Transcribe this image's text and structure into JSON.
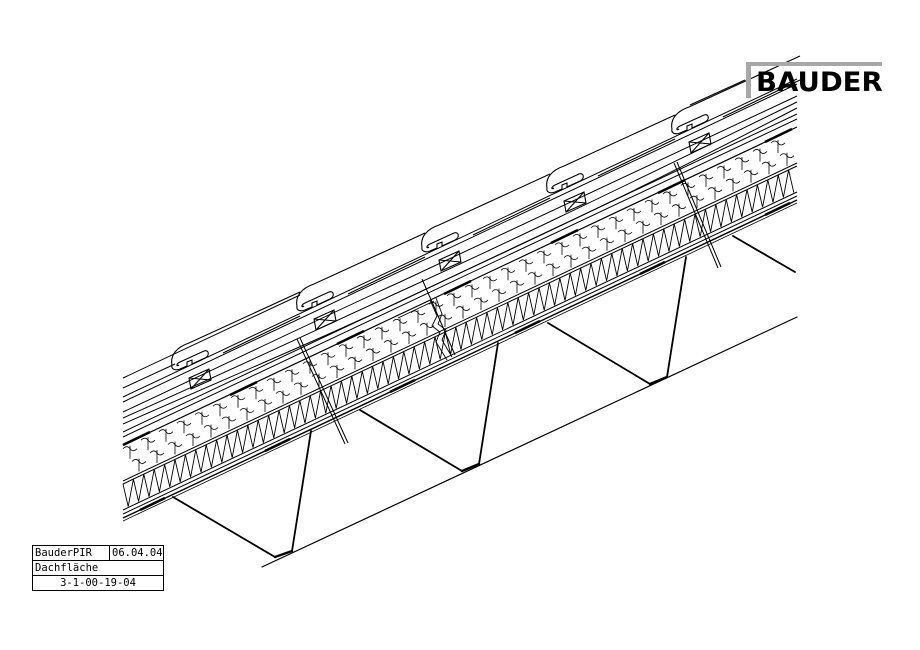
{
  "logo": {
    "text": "BAUDER",
    "accent_color": "#a8a8a8",
    "text_color": "#000000"
  },
  "title_block": {
    "product": "BauderPIR",
    "date": "06.04.04",
    "description": "Dachfläche",
    "drawing_number": "3-1-00-19-04"
  },
  "drawing": {
    "type": "isometric roof section detail",
    "layers": [
      "roof-tiles",
      "tile-battens",
      "counter-battens",
      "underlay-membrane",
      "pir-insulation-board",
      "insulation-zigzag-layer",
      "vapour-control-layer",
      "trapezoidal-steel-deck"
    ],
    "tile_count": 5,
    "fastener_count": 3,
    "line_color": "#000000",
    "background": "#ffffff"
  }
}
